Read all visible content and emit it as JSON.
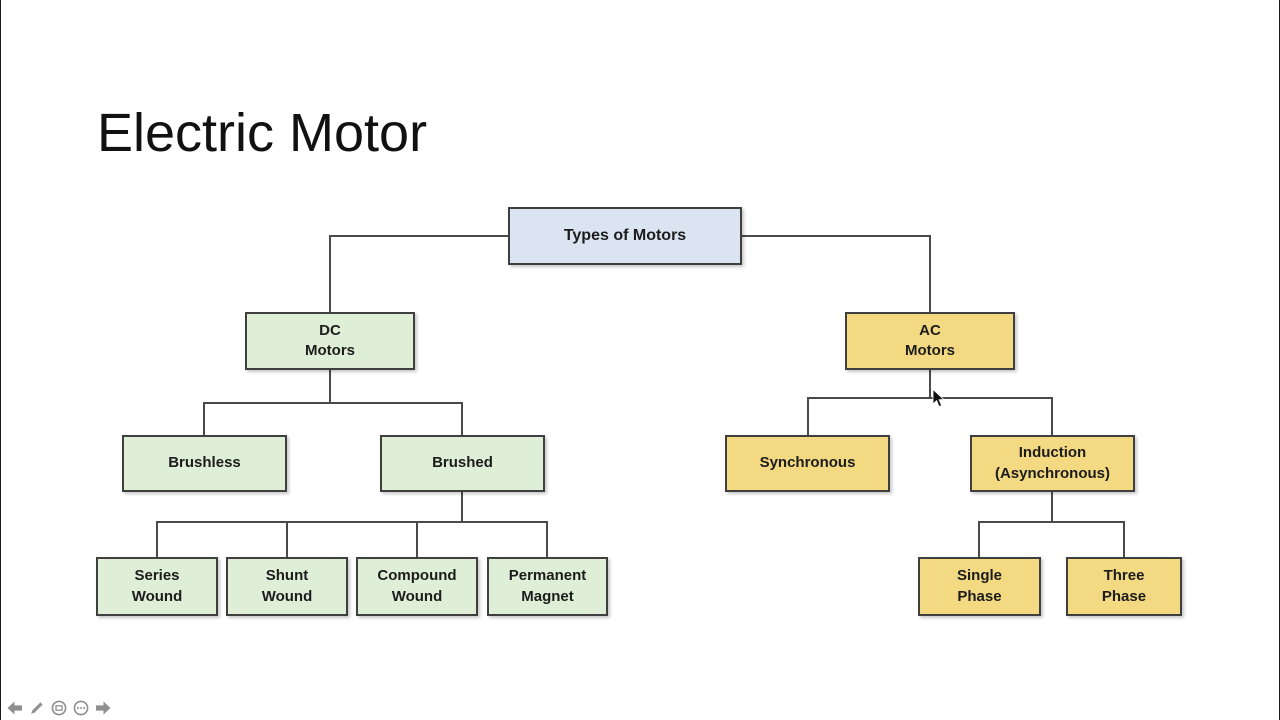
{
  "slide": {
    "title": "Electric Motor"
  },
  "diagram": {
    "nodes": {
      "root": {
        "label": "Types of Motors",
        "fill": "#dbe5f1"
      },
      "dc": {
        "label": "DC\nMotors",
        "fill": "#deeed7"
      },
      "ac": {
        "label": "AC\nMotors",
        "fill": "#f2d982"
      },
      "brushless": {
        "label": "Brushless",
        "fill": "#deeed7"
      },
      "brushed": {
        "label": "Brushed",
        "fill": "#deeed7"
      },
      "synchronous": {
        "label": "Synchronous",
        "fill": "#f2d982"
      },
      "induction": {
        "label": "Induction\n(Asynchronous)",
        "fill": "#f2d982"
      },
      "series_wound": {
        "label": "Series\nWound",
        "fill": "#deeed7"
      },
      "shunt_wound": {
        "label": "Shunt\nWound",
        "fill": "#deeed7"
      },
      "compound_wound": {
        "label": "Compound\nWound",
        "fill": "#deeed7"
      },
      "permanent_magnet": {
        "label": "Permanent\nMagnet",
        "fill": "#deeed7"
      },
      "single_phase": {
        "label": "Single\nPhase",
        "fill": "#f2d982"
      },
      "three_phase": {
        "label": "Three\nPhase",
        "fill": "#f2d982"
      }
    },
    "edges": [
      [
        "root",
        "dc"
      ],
      [
        "root",
        "ac"
      ],
      [
        "dc",
        "brushless"
      ],
      [
        "dc",
        "brushed"
      ],
      [
        "brushed",
        "series_wound"
      ],
      [
        "brushed",
        "shunt_wound"
      ],
      [
        "brushed",
        "compound_wound"
      ],
      [
        "brushed",
        "permanent_magnet"
      ],
      [
        "ac",
        "synchronous"
      ],
      [
        "ac",
        "induction"
      ],
      [
        "induction",
        "single_phase"
      ],
      [
        "induction",
        "three_phase"
      ]
    ],
    "box_border_color": "#3f3f3f",
    "connector_color": "#4a4a4a"
  },
  "presenter_toolbar": {
    "icons": [
      "previous-slide-arrow-icon",
      "pen-icon",
      "see-all-slides-icon",
      "more-options-icon",
      "next-slide-arrow-icon"
    ]
  }
}
